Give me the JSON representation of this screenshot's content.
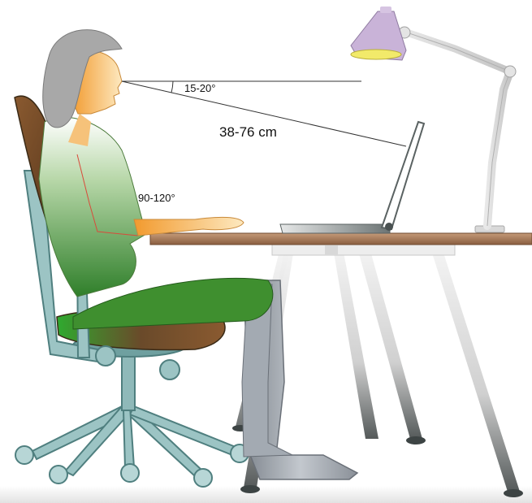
{
  "annotations": {
    "gaze_angle": "15-20°",
    "viewing_distance": "38-76 cm",
    "elbow_angle": "90-120°"
  },
  "colors": {
    "desk_top": "#a8785a",
    "desk_legs": "#d8d8d8",
    "chair_frame": "#6fa0a0",
    "chair_back": "#7a4e2a",
    "lamp_shade": "#c9b3d8",
    "lamp_light": "#f2ea6a",
    "skin": "#f2b766",
    "hair": "#a8a8a8",
    "dress": "#3f8f2f",
    "boots": "#9da3ab",
    "laptop": "#8e9696"
  },
  "icons": [
    "office-chair-icon",
    "desk-icon",
    "desk-lamp-icon",
    "laptop-icon",
    "seated-woman-icon"
  ]
}
